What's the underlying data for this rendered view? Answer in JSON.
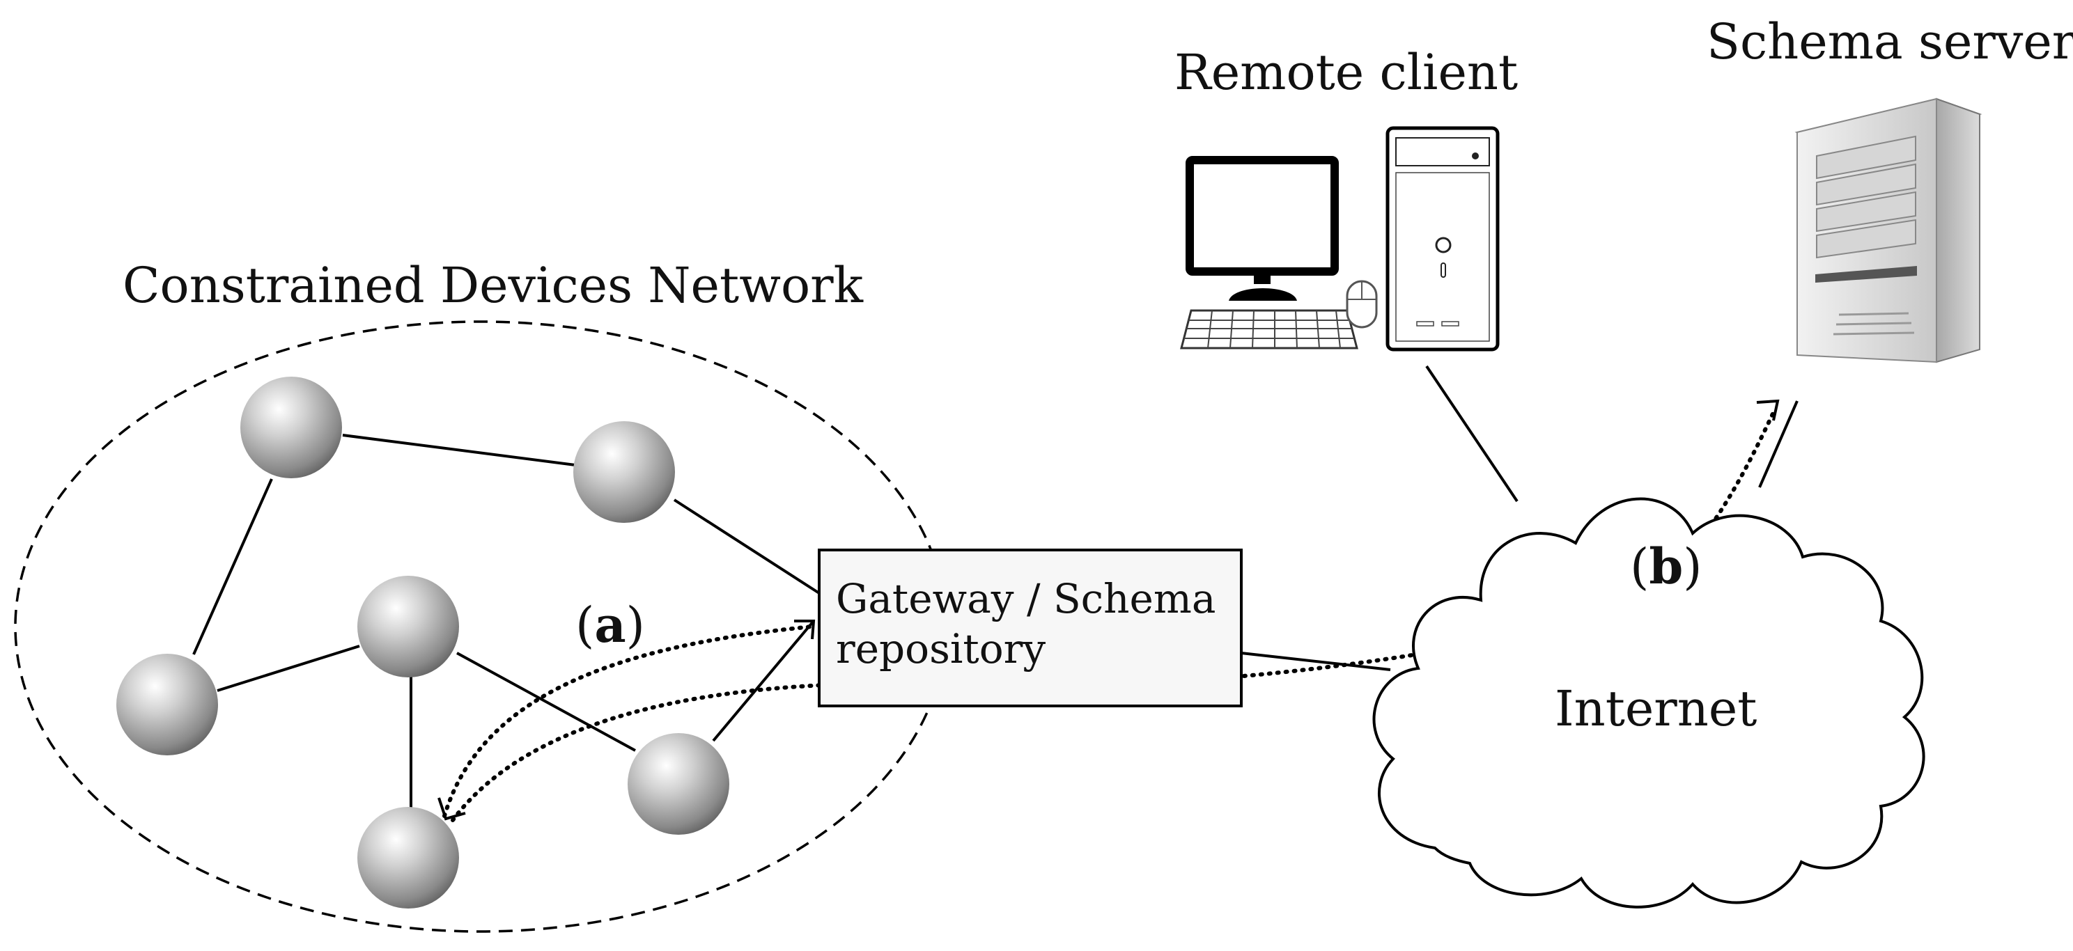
{
  "labels": {
    "network": "Constrained Devices Network",
    "remote_client": "Remote client",
    "schema_server": "Schema server",
    "gateway_line1": "Gateway / Schema",
    "gateway_line2": "repository",
    "internet": "Internet",
    "flow_a": "a",
    "flow_b": "b"
  }
}
